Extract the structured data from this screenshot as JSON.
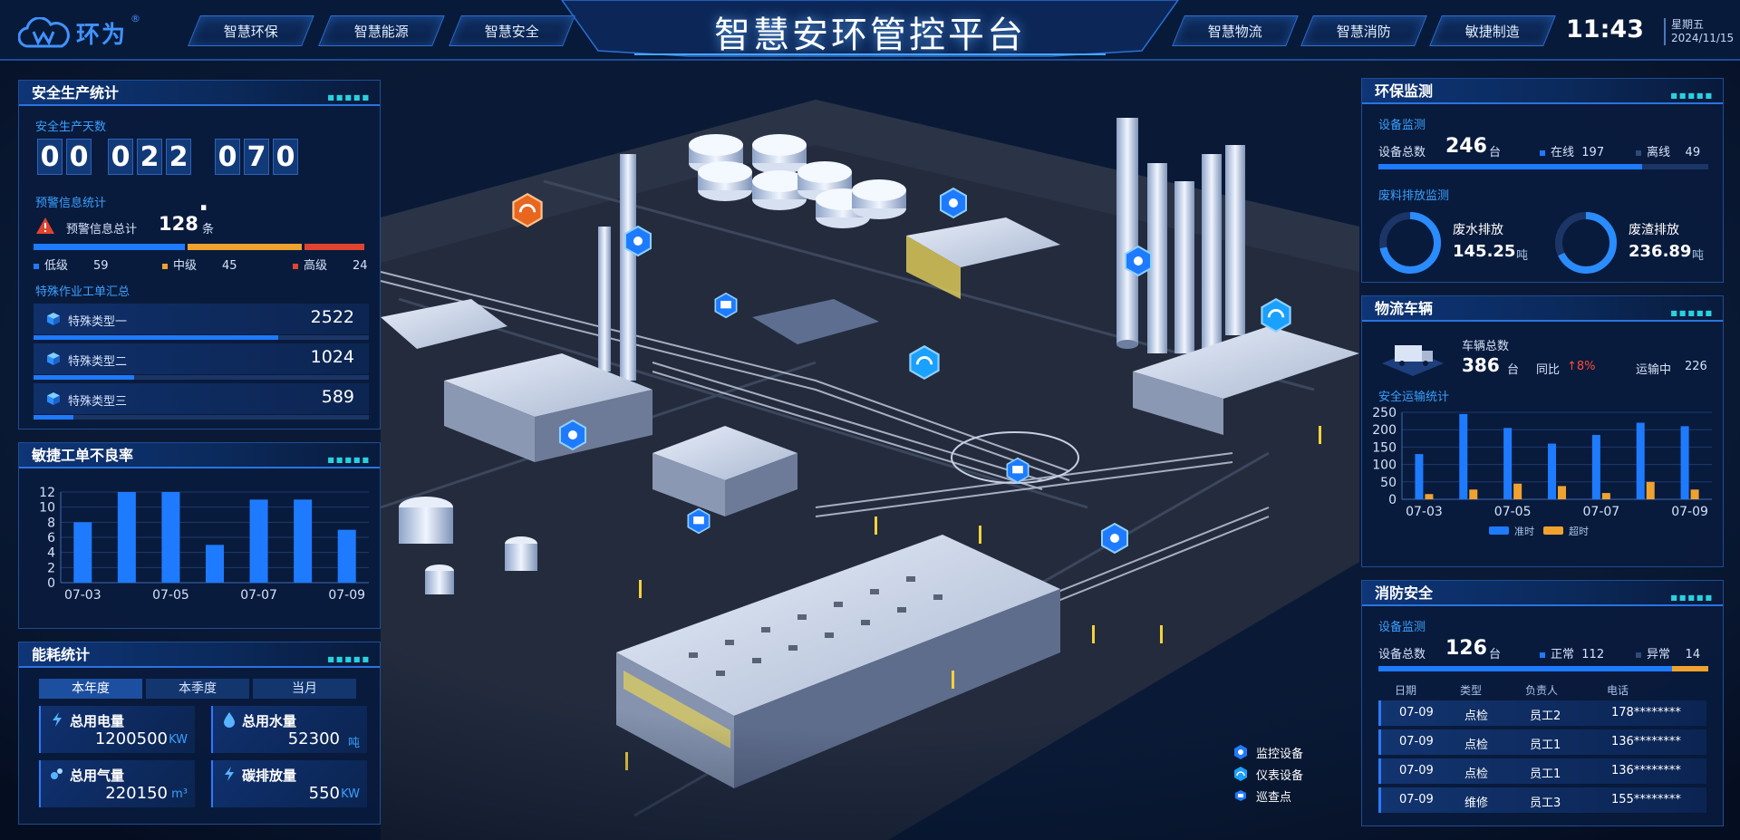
{
  "header": {
    "logo_text": "环为",
    "logo_reg": "®",
    "title": "智慧安环管控平台",
    "nav_left": [
      "智慧环保",
      "智慧能源",
      "智慧安全"
    ],
    "nav_right": [
      "智慧物流",
      "智慧消防",
      "敏捷制造"
    ],
    "time": "11:43",
    "weekday": "星期五",
    "date": "2024/11/15"
  },
  "safety": {
    "title": "安全生产统计",
    "days_label": "安全生产天数",
    "days_digits": [
      "0",
      "0",
      "",
      "0",
      "2",
      "2",
      ".",
      "0",
      "7",
      "0"
    ],
    "warn_label": "预警信息统计",
    "warn_total_label": "预警信息总计",
    "warn_total": "128",
    "warn_unit": "条",
    "levels": [
      {
        "label": "低级",
        "value": "59",
        "color": "#1e7bff"
      },
      {
        "label": "中级",
        "value": "45",
        "color": "#f0a22e"
      },
      {
        "label": "高级",
        "value": "24",
        "color": "#e0442f"
      }
    ],
    "work_label": "特殊作业工单汇总",
    "work_items": [
      {
        "label": "特殊类型一",
        "value": "2522",
        "ratio": 0.73
      },
      {
        "label": "特殊类型二",
        "value": "1024",
        "ratio": 0.3
      },
      {
        "label": "特殊类型三",
        "value": "589",
        "ratio": 0.12
      }
    ]
  },
  "defect": {
    "title": "敏捷工单不良率"
  },
  "energy": {
    "title": "能耗统计",
    "tabs": [
      "本年度",
      "本季度",
      "当月"
    ],
    "cards": [
      {
        "label": "总用电量",
        "value": "1200500",
        "unit": "KW",
        "icon": "lightning-icon"
      },
      {
        "label": "总用水量",
        "value": "52300",
        "unit": "吨",
        "icon": "water-drop-icon"
      },
      {
        "label": "总用气量",
        "value": "220150",
        "unit": "m³",
        "icon": "gas-icon"
      },
      {
        "label": "碳排放量",
        "value": "550",
        "unit": "KW",
        "icon": "lightning-icon"
      }
    ]
  },
  "env": {
    "title": "环保监测",
    "device_label": "设备监测",
    "total_label": "设备总数",
    "total": "246",
    "total_unit": "台",
    "online_label": "在线",
    "online": "197",
    "offline_label": "离线",
    "offline": "49",
    "online_ratio": 0.8,
    "emission_label": "废料排放监测",
    "water_label": "废水排放",
    "water_value": "145.25",
    "water_unit": "吨",
    "water_ratio": 0.72,
    "slag_label": "废渣排放",
    "slag_value": "236.89",
    "slag_unit": "吨",
    "slag_ratio": 0.68
  },
  "logistics": {
    "title": "物流车辆",
    "total_label": "车辆总数",
    "total": "386",
    "total_unit": "台",
    "yoy_label": "同比",
    "yoy": "↑8%",
    "transit_label": "运输中",
    "transit": "226",
    "chart_label": "安全运输统计",
    "legend": [
      "准时",
      "超时"
    ]
  },
  "fire": {
    "title": "消防安全",
    "device_label": "设备监测",
    "total_label": "设备总数",
    "total": "126",
    "total_unit": "台",
    "normal_label": "正常",
    "normal": "112",
    "abnormal_label": "异常",
    "abnormal": "14",
    "normal_ratio": 0.89,
    "columns": [
      "日期",
      "类型",
      "负责人",
      "电话"
    ],
    "rows": [
      [
        "07-09",
        "点检",
        "员工2",
        "178********"
      ],
      [
        "07-09",
        "点检",
        "员工1",
        "136********"
      ],
      [
        "07-09",
        "点检",
        "员工1",
        "136********"
      ],
      [
        "07-09",
        "维修",
        "员工3",
        "155********"
      ]
    ]
  },
  "map_legend": [
    "监控设备",
    "仪表设备",
    "巡查点"
  ],
  "colors": {
    "accent": "#1e7bff",
    "orange": "#f0a22e",
    "red": "#e0442f",
    "cyan": "#2ad1e0"
  },
  "chart_data": [
    {
      "type": "bar",
      "categories": [
        "07-03",
        "",
        "07-05",
        "",
        "07-07",
        "",
        "07-09"
      ],
      "values": [
        8,
        12,
        12,
        5,
        11,
        11,
        7
      ],
      "ylim": [
        0,
        12
      ],
      "yticks": [
        0,
        2,
        4,
        6,
        8,
        10,
        12
      ],
      "xlabels": [
        "07-03",
        "07-05",
        "07-07",
        "07-09"
      ],
      "color": "#1e7bff"
    },
    {
      "type": "bar",
      "categories": [
        "07-03",
        "",
        "07-05",
        "",
        "07-07",
        "",
        "07-09"
      ],
      "series": [
        {
          "name": "准时",
          "values": [
            130,
            245,
            205,
            160,
            185,
            220,
            210
          ],
          "color": "#1e7bff"
        },
        {
          "name": "超时",
          "values": [
            15,
            28,
            45,
            38,
            18,
            50,
            28
          ],
          "color": "#f0a22e"
        }
      ],
      "ylim": [
        0,
        250
      ],
      "yticks": [
        0,
        50,
        100,
        150,
        200,
        250
      ],
      "xlabels": [
        "07-03",
        "07-05",
        "07-07",
        "07-09"
      ]
    }
  ]
}
